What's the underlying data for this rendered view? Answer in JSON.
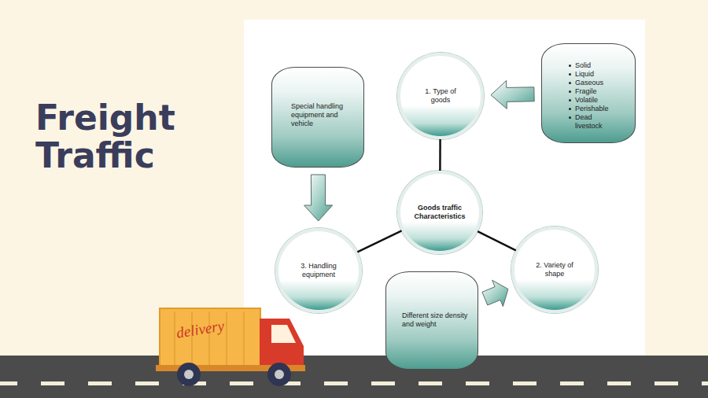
{
  "diagram": {
    "title": "Freight Traffic",
    "nodes": [
      {
        "text": [
          "Special handling equipment and vehicle"
        ]
      },
      {
        "text": [
          "1. Type of goods"
        ]
      },
      {
        "text": [
          "Solid",
          "Liquid",
          "Gaseous",
          "Fragile",
          "Volatile",
          "Perishable",
          "Dead livestock"
        ]
      },
      {
        "text": [
          "Goods traffic Characteristics"
        ]
      },
      {
        "text": [
          "3. Handling equipment"
        ]
      },
      {
        "text": [
          "2. Variety of shape"
        ]
      },
      {
        "text": [
          "Different size density and weight"
        ]
      }
    ],
    "edges": [
      {
        "from": 2,
        "to": 1,
        "arrow": "to"
      },
      {
        "from": 0,
        "to": 4,
        "arrow": "to"
      },
      {
        "from": 6,
        "to": 5,
        "arrow": "to"
      },
      {
        "from": 3,
        "to": 1,
        "arrow": "none"
      },
      {
        "from": 3,
        "to": 4,
        "arrow": "none"
      },
      {
        "from": 3,
        "to": 5,
        "arrow": "none"
      }
    ],
    "labels": [
      "delivery"
    ]
  }
}
